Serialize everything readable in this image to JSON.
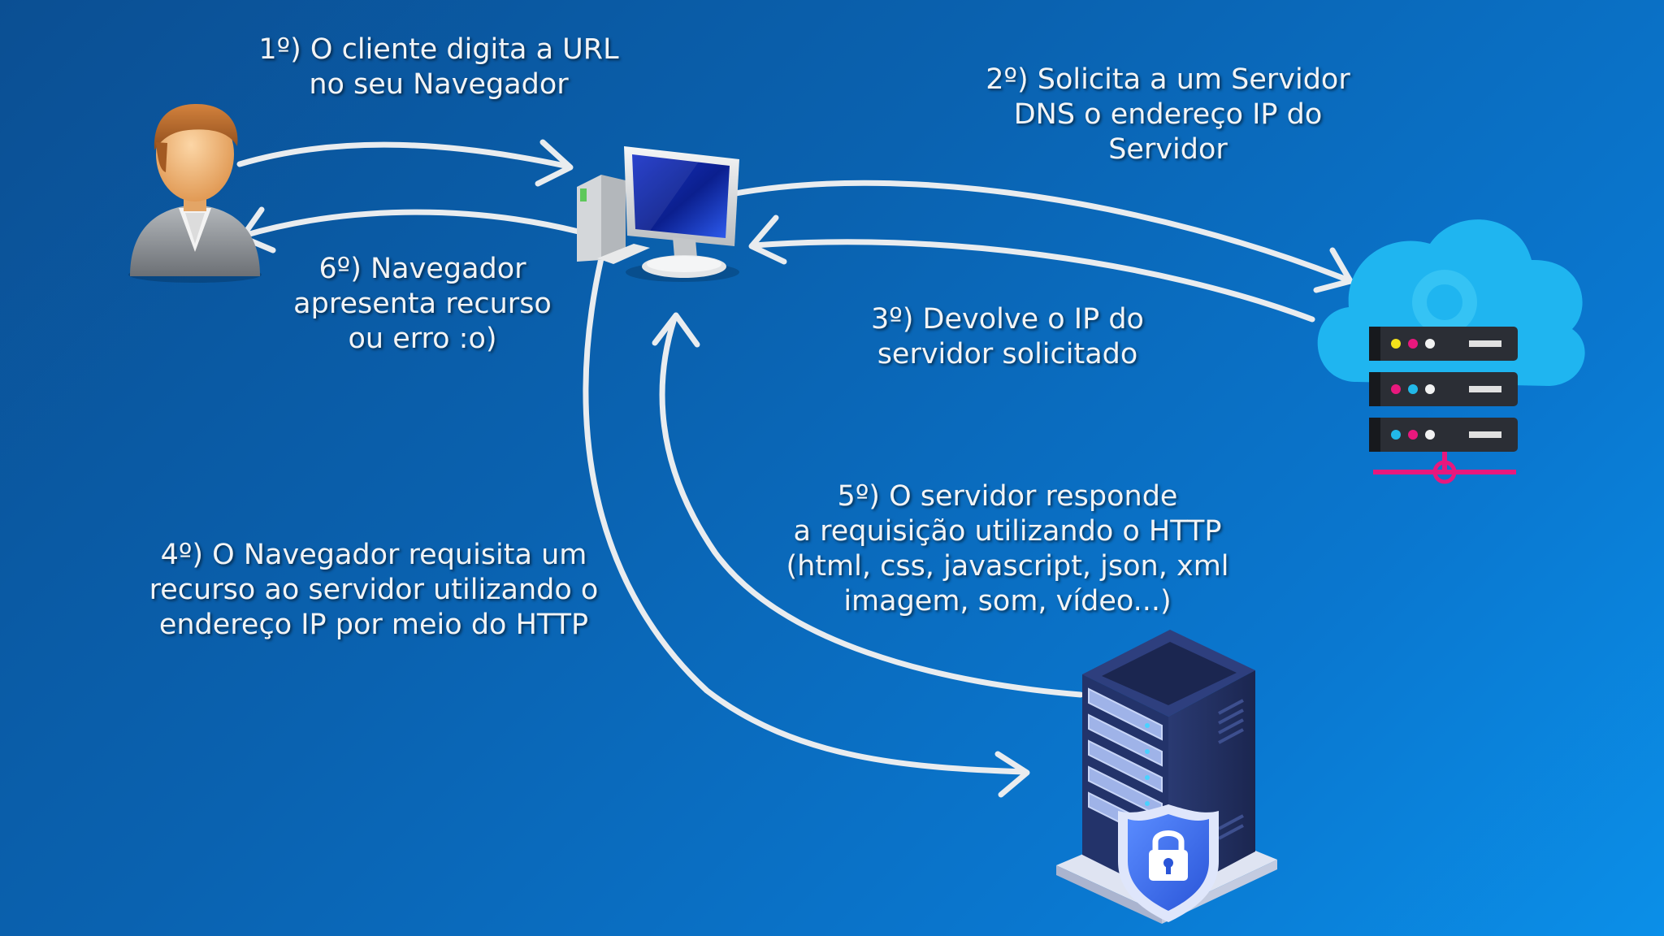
{
  "diagram": {
    "steps": [
      {
        "lines": [
          "1º) O cliente digita a URL",
          "no seu Navegador"
        ]
      },
      {
        "lines": [
          "2º) Solicita a um Servidor",
          "DNS o endereço IP do",
          "Servidor"
        ]
      },
      {
        "lines": [
          "3º) Devolve o IP do",
          "servidor solicitado"
        ]
      },
      {
        "lines": [
          "4º) O Navegador requisita um",
          "recurso ao servidor utilizando o",
          "endereço IP por meio do HTTP"
        ]
      },
      {
        "lines": [
          "5º) O servidor responde",
          "a requisição utilizando o HTTP",
          "(html, css, javascript, json, xml",
          "imagem, som, vídeo...)"
        ]
      },
      {
        "lines": [
          "6º) Navegador",
          "apresenta recurso",
          "ou erro :o)"
        ]
      }
    ],
    "nodes": {
      "client": {
        "icon": "user-icon"
      },
      "browser": {
        "icon": "computer-icon"
      },
      "dns": {
        "icon": "cloud-server-icon"
      },
      "web_server": {
        "icon": "secure-server-icon"
      }
    },
    "colors": {
      "background_top": "#0b4f93",
      "background_bottom": "#0b8fe8",
      "arrow": "#e9ecef",
      "text": "#f2f4f6",
      "cloud": "#1fb5f0",
      "server_dark": "#1e2d5c",
      "accent_magenta": "#e8187d",
      "accent_yellow": "#f4e21b",
      "accent_cyan": "#22b8e8"
    }
  }
}
